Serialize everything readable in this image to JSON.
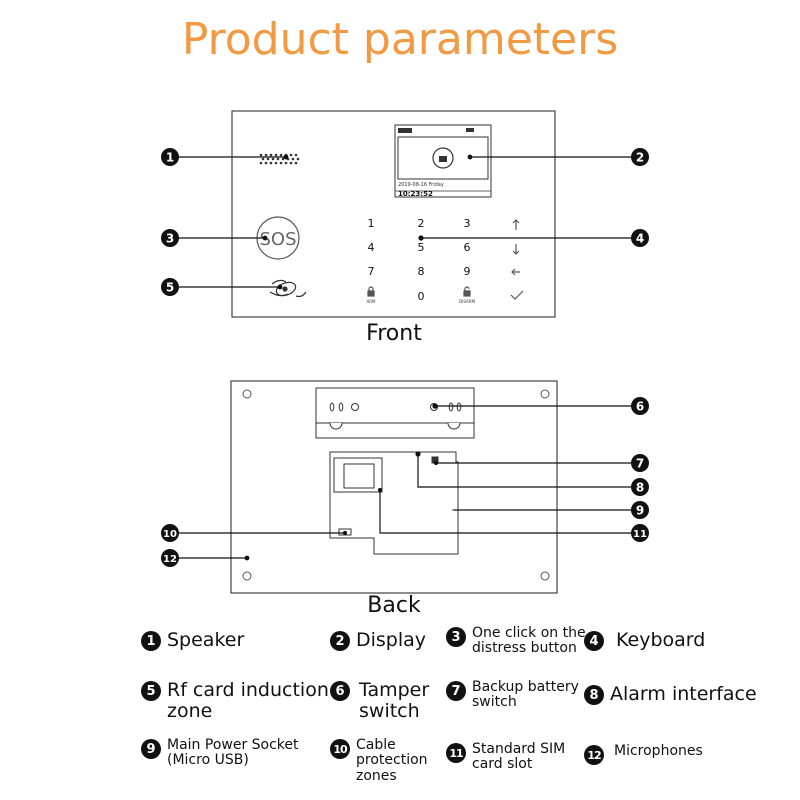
{
  "title": "Product parameters",
  "front_caption": "Front",
  "back_caption": "Back",
  "callouts": [
    "1",
    "2",
    "3",
    "4",
    "5",
    "6",
    "7",
    "8",
    "9",
    "10",
    "11",
    "12"
  ],
  "device": {
    "sos_label": "SOS",
    "screen_date": "2019-08-16 Friday",
    "screen_time": "10:23:52",
    "keys": [
      "1",
      "2",
      "3",
      "4",
      "5",
      "6",
      "7",
      "8",
      "9",
      "0"
    ],
    "arm_label": "ARM",
    "disarm_label": "DISARM"
  },
  "legend": [
    {
      "num": "1",
      "text": "Speaker"
    },
    {
      "num": "2",
      "text": "Display"
    },
    {
      "num": "3",
      "text": "One click on the\ndistress button"
    },
    {
      "num": "4",
      "text": "Keyboard"
    },
    {
      "num": "5",
      "text": "Rf card induction\nzone"
    },
    {
      "num": "6",
      "text": "Tamper\nswitch"
    },
    {
      "num": "7",
      "text": "Backup battery\nswitch"
    },
    {
      "num": "8",
      "text": "Alarm interface"
    },
    {
      "num": "9",
      "text": "Main Power Socket\n(Micro USB)"
    },
    {
      "num": "10",
      "text": "Cable\nprotection\nzones"
    },
    {
      "num": "11",
      "text": "Standard SIM\ncard slot"
    },
    {
      "num": "12",
      "text": "Microphones"
    }
  ]
}
